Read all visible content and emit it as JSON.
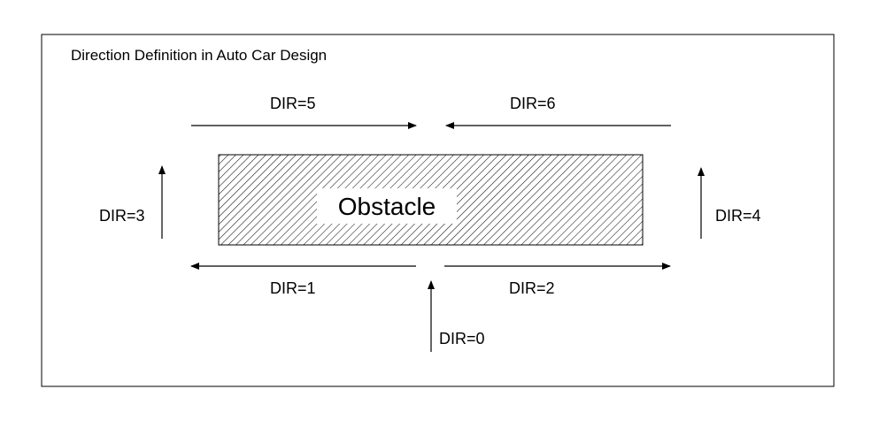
{
  "title": "Direction Definition in Auto Car Design",
  "obstacle": {
    "label": "Obstacle"
  },
  "directions": {
    "dir0": "DIR=0",
    "dir1": "DIR=1",
    "dir2": "DIR=2",
    "dir3": "DIR=3",
    "dir4": "DIR=4",
    "dir5": "DIR=5",
    "dir6": "DIR=6"
  },
  "colors": {
    "stroke": "#000000",
    "background": "#ffffff"
  }
}
